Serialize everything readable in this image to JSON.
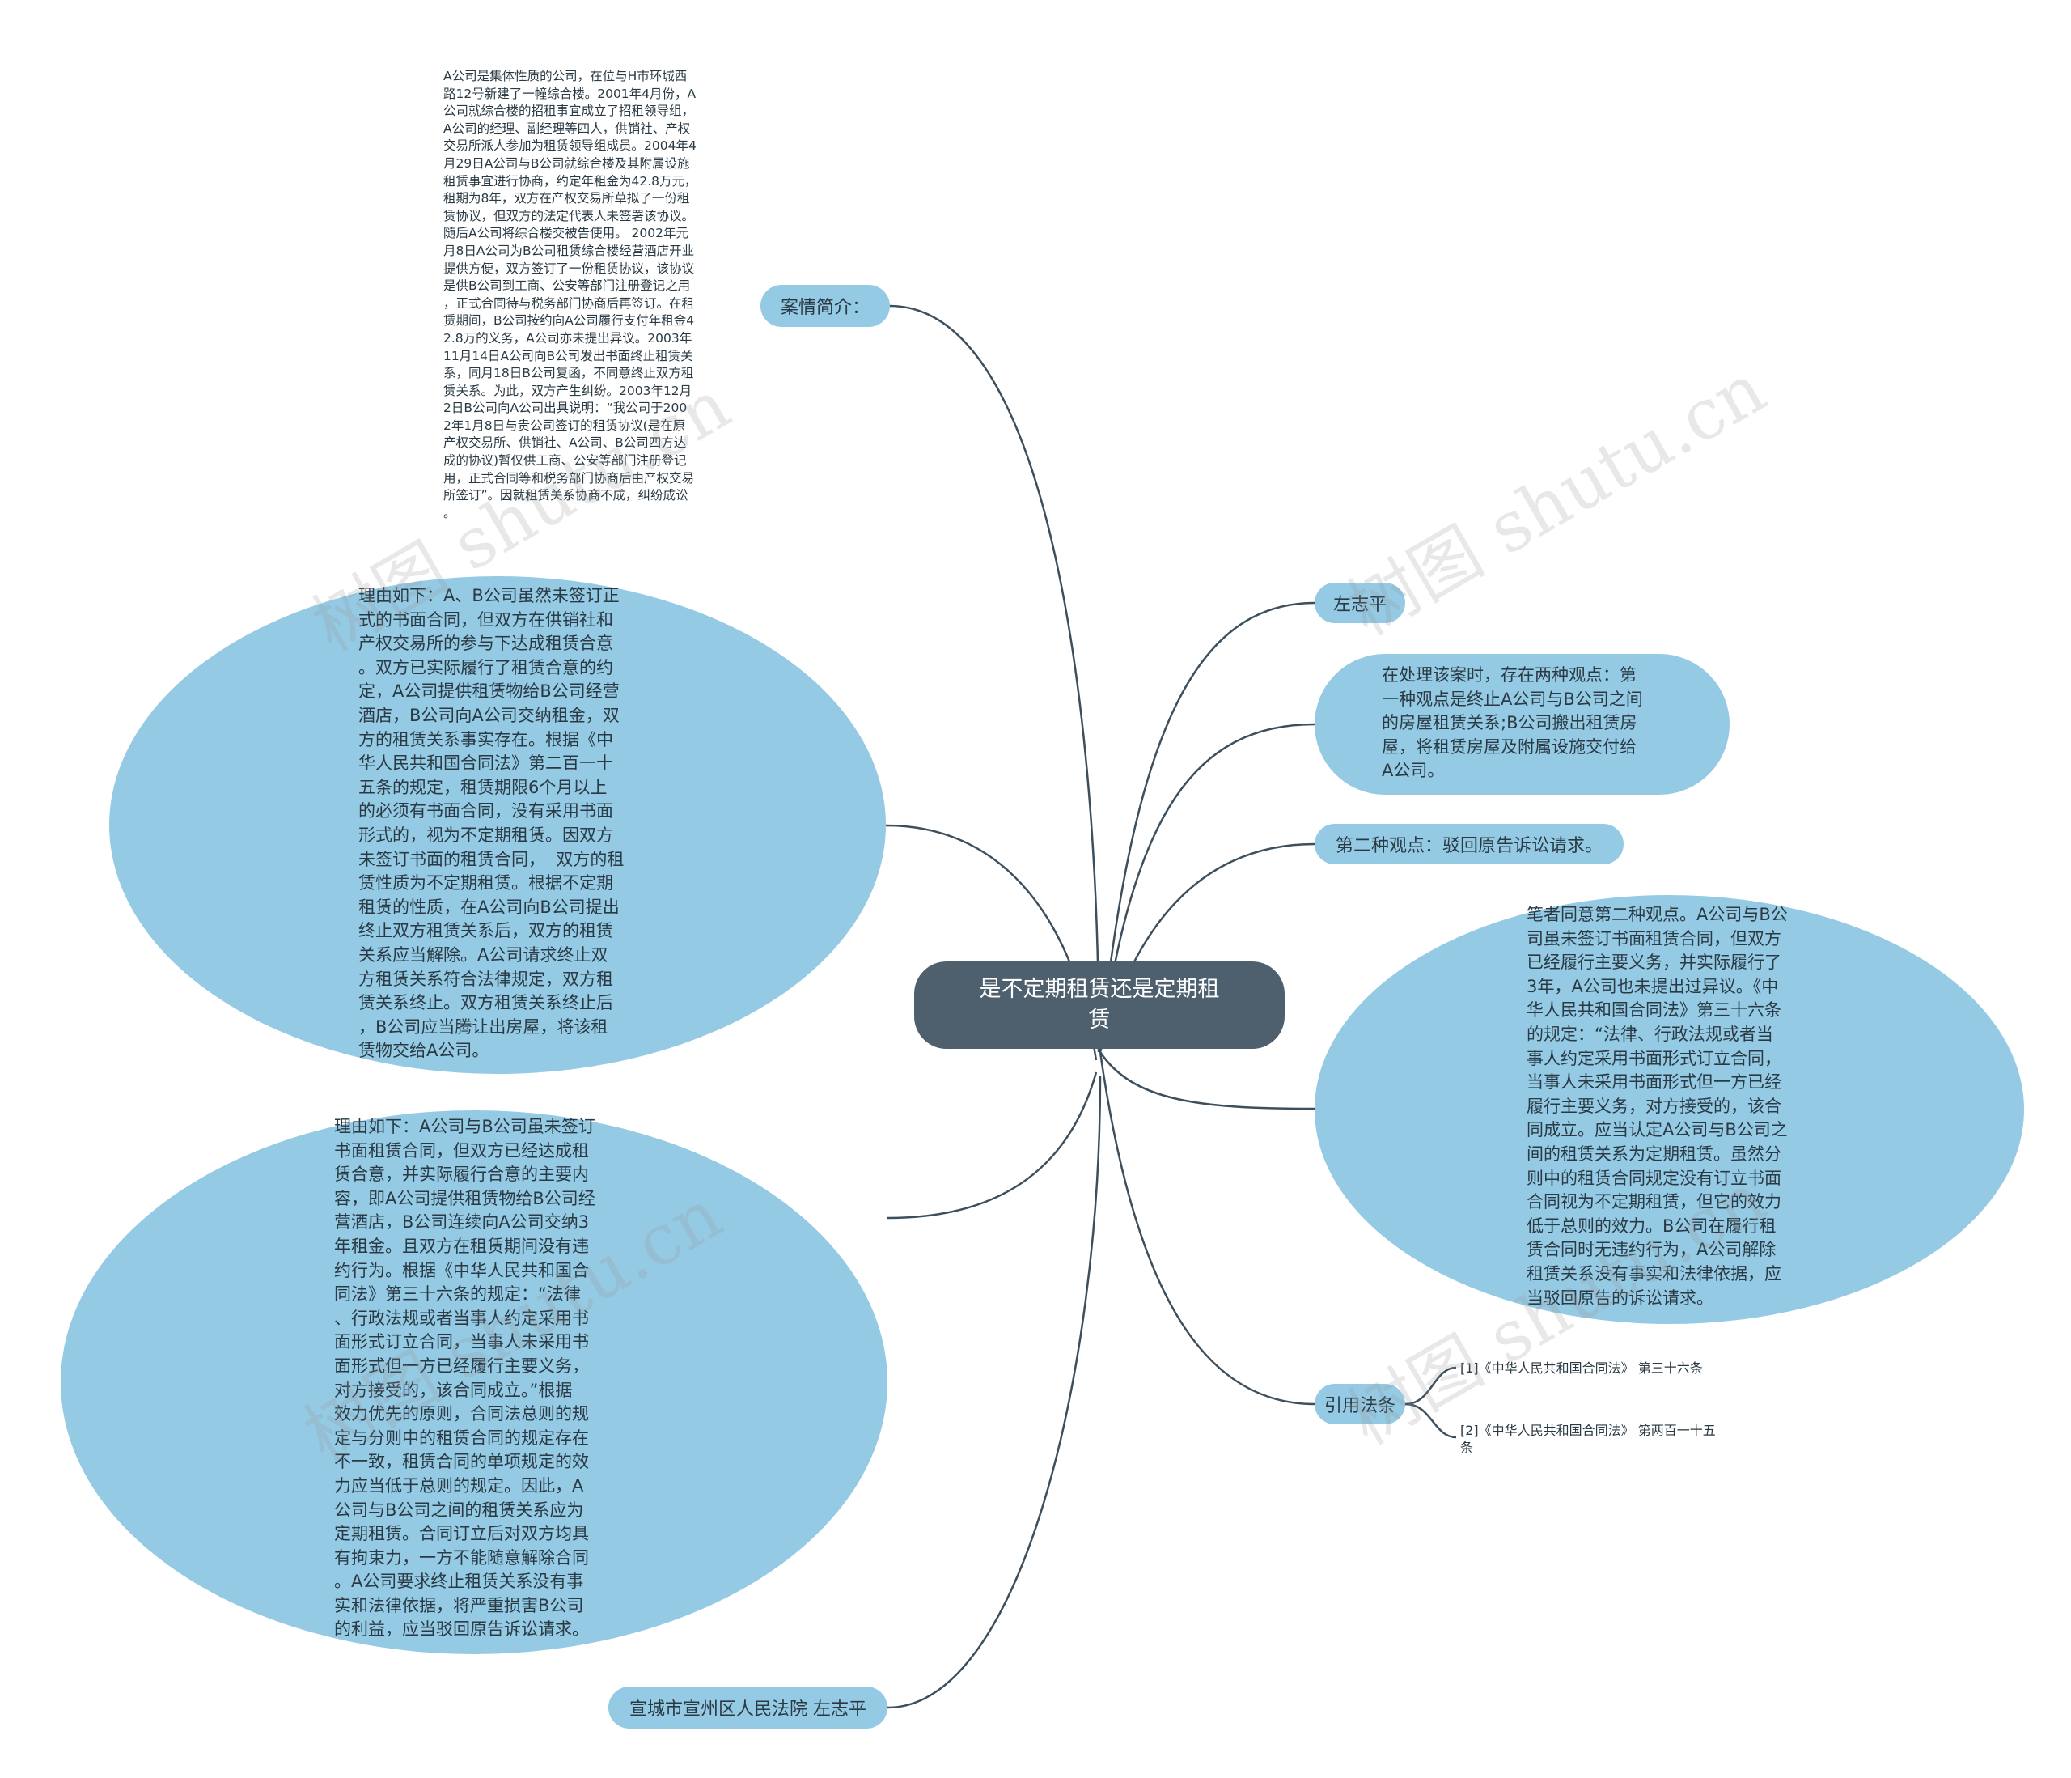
{
  "root": {
    "label": "是不定期租赁还是定期租\n赁"
  },
  "nodes": {
    "case_label": "案情简介：",
    "case_text": "A公司是集体性质的公司，在位与H市环城西\n路12号新建了一幢综合楼。2001年4月份，A\n公司就综合楼的招租事宜成立了招租领导组，\nA公司的经理、副经理等四人，供销社、产权\n交易所派人参加为租赁领导组成员。2004年4\n月29日A公司与B公司就综合楼及其附属设施\n租赁事宜进行协商，约定年租金为42.8万元，\n租期为8年，双方在产权交易所草拟了一份租\n赁协议，但双方的法定代表人未签署该协议。\n随后A公司将综合楼交被告使用。 2002年元\n月8日A公司为B公司租赁综合楼经营酒店开业\n提供方便，双方签订了一份租赁协议，该协议\n是供B公司到工商、公安等部门注册登记之用\n，正式合同待与税务部门协商后再签订。在租\n赁期间，B公司按约向A公司履行支付年租金4\n2.8万的义务，A公司亦未提出异议。2003年\n11月14日A公司向B公司发出书面终止租赁关\n系，同月18日B公司复函，不同意终止双方租\n赁关系。为此，双方产生纠纷。2003年12月\n2日B公司向A公司出具说明：“我公司于200\n2年1月8日与贵公司签订的租赁协议(是在原\n产权交易所、供销社、A公司、B公司四方达\n成的协议)暂仅供工商、公安等部门注册登记\n用，正式合同等和税务部门协商后由产权交易\n所签订”。因就租赁关系协商不成，纠纷成讼\n。",
    "reason_a": "理由如下：A、B公司虽然未签订正\n式的书面合同，但双方在供销社和\n产权交易所的参与下达成租赁合意\n。双方已实际履行了租赁合意的约\n定，A公司提供租赁物给B公司经营\n酒店，B公司向A公司交纳租金，双\n方的租赁关系事实存在。根据《中\n华人民共和国合同法》第二百一十\n五条的规定，租赁期限6个月以上\n的必须有书面合同，没有采用书面\n形式的，视为不定期租赁。因双方\n未签订书面的租赁合同，  双方的租\n赁性质为不定期租赁。根据不定期\n租赁的性质，在A公司向B公司提出\n终止双方租赁关系后，双方的租赁\n关系应当解除。A公司请求终止双\n方租赁关系符合法律规定，双方租\n赁关系终止。双方租赁关系终止后\n，B公司应当腾让出房屋，将该租\n赁物交给A公司。",
    "reason_b": "理由如下：A公司与B公司虽未签订\n书面租赁合同，但双方已经达成租\n赁合意，并实际履行合意的主要内\n容，即A公司提供租赁物给B公司经\n营酒店，B公司连续向A公司交纳3\n年租金。且双方在租赁期间没有违\n约行为。根据《中华人民共和国合\n同法》第三十六条的规定：“法律\n、行政法规或者当事人约定采用书\n面形式订立合同，当事人未采用书\n面形式但一方已经履行主要义务，\n对方接受的，该合同成立。”根据\n效力优先的原则，合同法总则的规\n定与分则中的租赁合同的规定存在\n不一致，租赁合同的单项规定的效\n力应当低于总则的规定。因此，A\n公司与B公司之间的租赁关系应为\n定期租赁。合同订立后对双方均具\n有拘束力，一方不能随意解除合同\n。A公司要求终止租赁关系没有事\n实和法律依据，将严重损害B公司\n的利益，应当驳回原告诉讼请求。",
    "court": "宣城市宣州区人民法院 左志平",
    "author": "左志平",
    "view_intro": "在处理该案时，存在两种观点：第\n一种观点是终止A公司与B公司之间\n的房屋租赁关系;B公司搬出租赁房\n屋，将租赁房屋及附属设施交付给\nA公司。",
    "view_two": "第二种观点：驳回原告诉讼请求。",
    "opinion": "笔者同意第二种观点。A公司与B公\n司虽未签订书面租赁合同，但双方\n已经履行主要义务，并实际履行了\n3年，A公司也未提出过异议。《中\n华人民共和国合同法》第三十六条\n的规定：“法律、行政法规或者当\n事人约定采用书面形式订立合同，\n当事人未采用书面形式但一方已经\n履行主要义务，对方接受的，该合\n同成立。应当认定A公司与B公司之\n间的租赁关系为定期租赁。虽然分\n则中的租赁合同规定没有订立书面\n合同视为不定期租赁，但它的效力\n低于总则的效力。B公司在履行租\n赁合同时无违约行为，A公司解除\n租赁关系没有事实和法律依据，应\n当驳回原告的诉讼请求。",
    "law_label": "引用法条",
    "law_refs": [
      "[1]《中华人民共和国合同法》 第三十六条",
      "[2]《中华人民共和国合同法》 第两百一十五\n条"
    ]
  },
  "watermark": "树图 shutu.cn",
  "colors": {
    "node_fill": "#95cae4",
    "root_fill": "#4e5f6e",
    "link": "#3d4f5c",
    "text": "#2a3a44"
  }
}
